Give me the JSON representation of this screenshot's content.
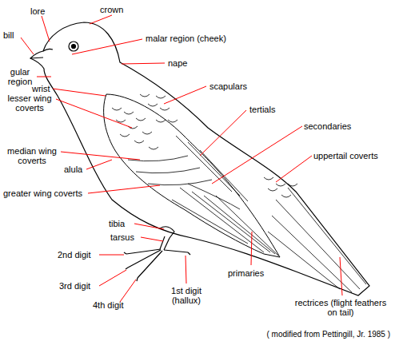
{
  "diagram": {
    "caption": "( modified from Pettingill, Jr. 1985 )",
    "labels": [
      "crown",
      "lore",
      "bill",
      "malar region (cheek)",
      "gular region",
      "nape",
      "wrist",
      "scapulars",
      "lesser wing coverts",
      "tertials",
      "secondaries",
      "median wing coverts",
      "uppertail coverts",
      "alula",
      "greater wing coverts",
      "tibia",
      "tarsus",
      "2nd digit",
      "3rd digit",
      "4th digit",
      "1st digit (hallux)",
      "primaries",
      "rectrices (flight feathers on tail)"
    ]
  }
}
